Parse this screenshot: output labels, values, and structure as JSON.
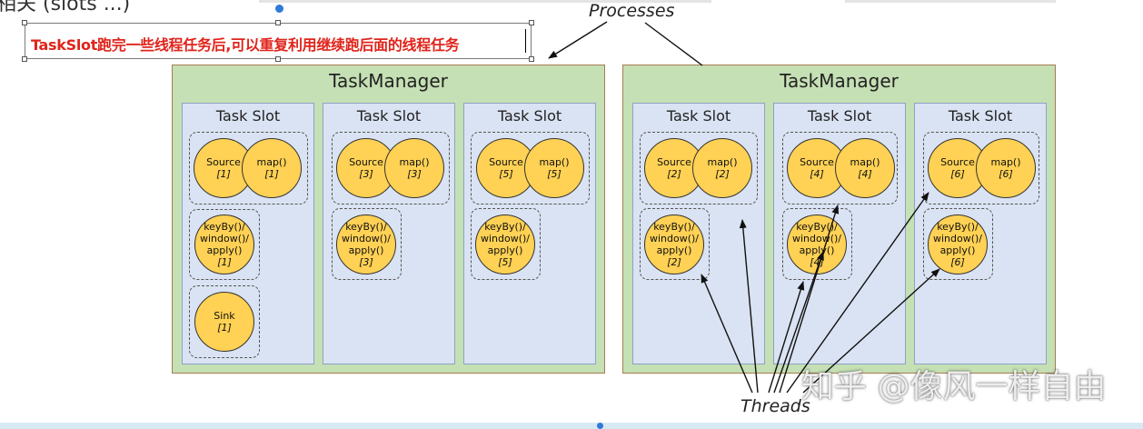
{
  "top_fragment": "相关 (slots ...)",
  "note": {
    "text": "TaskSlot跑完一些线程任务后,可以重复利用继续跑后面的线程任务"
  },
  "labels": {
    "processes": "Processes",
    "threads": "Threads"
  },
  "watermark": "知乎 @像风一样自由",
  "task_managers": [
    {
      "title": "TaskManager",
      "slots": [
        {
          "title": "Task Slot",
          "source": {
            "name": "Source",
            "idx": "[1]"
          },
          "map": {
            "name": "map()",
            "idx": "[1]"
          },
          "keyby": {
            "name": [
              "keyBy()/",
              "window()/",
              "apply()"
            ],
            "idx": "[1]"
          },
          "sink": {
            "name": "Sink",
            "idx": "[1]"
          }
        },
        {
          "title": "Task Slot",
          "source": {
            "name": "Source",
            "idx": "[3]"
          },
          "map": {
            "name": "map()",
            "idx": "[3]"
          },
          "keyby": {
            "name": [
              "keyBy()/",
              "window()/",
              "apply()"
            ],
            "idx": "[3]"
          }
        },
        {
          "title": "Task Slot",
          "source": {
            "name": "Source",
            "idx": "[5]"
          },
          "map": {
            "name": "map()",
            "idx": "[5]"
          },
          "keyby": {
            "name": [
              "keyBy()/",
              "window()/",
              "apply()"
            ],
            "idx": "[5]"
          }
        }
      ]
    },
    {
      "title": "TaskManager",
      "slots": [
        {
          "title": "Task Slot",
          "source": {
            "name": "Source",
            "idx": "[2]"
          },
          "map": {
            "name": "map()",
            "idx": "[2]"
          },
          "keyby": {
            "name": [
              "keyBy()/",
              "window()/",
              "apply()"
            ],
            "idx": "[2]"
          }
        },
        {
          "title": "Task Slot",
          "source": {
            "name": "Source",
            "idx": "[4]"
          },
          "map": {
            "name": "map()",
            "idx": "[4]"
          },
          "keyby": {
            "name": [
              "keyBy()/",
              "window()/",
              "apply()"
            ],
            "idx": "[4]"
          }
        },
        {
          "title": "Task Slot",
          "source": {
            "name": "Source",
            "idx": "[6]"
          },
          "map": {
            "name": "map()",
            "idx": "[6]"
          },
          "keyby": {
            "name": [
              "keyBy()/",
              "window()/",
              "apply()"
            ],
            "idx": "[6]"
          }
        }
      ]
    }
  ],
  "colors": {
    "task_manager_fill": "#c5e0b4",
    "task_manager_border": "#a67c52",
    "slot_fill": "#dae3f3",
    "operator_fill": "#ffd154",
    "note_text": "#e0241b"
  }
}
